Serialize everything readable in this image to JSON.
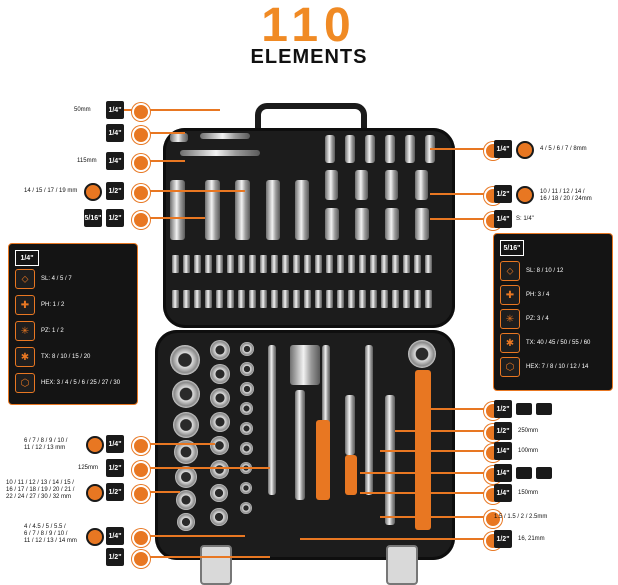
{
  "header": {
    "title": "110",
    "subtitle": "ELEMENTS"
  },
  "colors": {
    "accent": "#e87722",
    "case": "#1c1c1c"
  },
  "left_labels": [
    {
      "name": "len-50mm",
      "text": "50mm"
    },
    {
      "name": "len-115mm",
      "text": "115mm"
    },
    {
      "name": "sizes-deep-1-2",
      "text": "14 / 15 / 17 / 19 mm"
    },
    {
      "name": "adapter",
      "text": ""
    },
    {
      "name": "sizes-1-4-sockets",
      "text": "6 / 7 / 8 / 9 / 10 /\n11 / 12 / 13 mm"
    },
    {
      "name": "len-125mm",
      "text": "125mm"
    },
    {
      "name": "sizes-1-2-sockets",
      "text": "10 / 11 / 12 / 13 / 14 / 15 /\n16 / 17 / 18 / 19 / 20 / 21 /\n22 / 24 / 27 / 30 / 32 mm"
    },
    {
      "name": "sizes-1-4-small",
      "text": "4 / 4.5 / 5 / 5.5 /\n6 / 7 / 8 / 9 / 10 /\n11 / 12 / 13 / 14 mm"
    }
  ],
  "left_boxes": [
    "1/4\"",
    "1/4\"",
    "1/4\"",
    "1/2\"",
    "5/16\"",
    "1/2\"",
    "1/4\"",
    "1/2\"",
    "1/2\"",
    "1/4\"",
    "1/2\""
  ],
  "right_labels": [
    {
      "name": "sizes-1-4-top",
      "text": "4 / 5 / 6 / 7 / 8mm"
    },
    {
      "name": "sizes-1-2-deep",
      "text": "10 / 11 / 12 / 14 /\n16 / 18 / 20 / 24mm"
    },
    {
      "name": "s-1-4",
      "text": "S: 1/4\""
    },
    {
      "name": "len-250mm",
      "text": "250mm"
    },
    {
      "name": "len-100mm",
      "text": "100mm"
    },
    {
      "name": "len-150mm",
      "text": "150mm"
    },
    {
      "name": "hex-keys",
      "text": "1.5 / 1.5 / 2 / 2.5mm"
    },
    {
      "name": "spark-plug",
      "text": "16, 21mm"
    }
  ],
  "right_boxes": [
    "1/4\"",
    "1/2\"",
    "1/4\"",
    "1/2\"",
    "1/2\"",
    "1/4\"",
    "1/4\"",
    "1/4\"",
    "1/2\""
  ],
  "left_panel": {
    "head": "1/4\"",
    "rows": [
      {
        "icon": "flat-bit-icon",
        "text": "SL: 4 / 5 / 7"
      },
      {
        "icon": "phillips-bit-icon",
        "text": "PH: 1 / 2"
      },
      {
        "icon": "pozidriv-bit-icon",
        "text": "PZ: 1 / 2"
      },
      {
        "icon": "torx-bit-icon",
        "text": "TX: 8 / 10 / 15 / 20"
      },
      {
        "icon": "hex-bit-icon",
        "text": "HEX: 3 / 4 / 5 / 6 / 25 / 27 / 30"
      }
    ]
  },
  "right_panel": {
    "head": "5/16\"",
    "rows": [
      {
        "icon": "flat-bit-icon",
        "text": "SL: 8 / 10 / 12"
      },
      {
        "icon": "phillips-bit-icon",
        "text": "PH: 3 / 4"
      },
      {
        "icon": "pozidriv-bit-icon",
        "text": "PZ: 3 / 4"
      },
      {
        "icon": "torx-bit-icon",
        "text": "TX: 40 / 45 / 50 / 55 / 60"
      },
      {
        "icon": "hex-bit-icon",
        "text": "HEX: 7 / 8 / 10 / 12 / 14"
      }
    ]
  }
}
